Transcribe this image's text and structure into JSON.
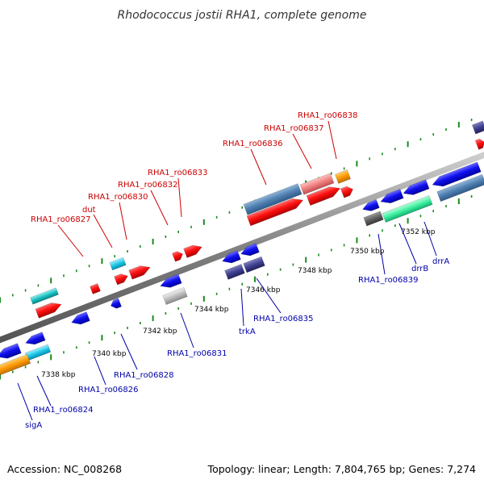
{
  "title": "Rhodococcus jostii RHA1, complete genome",
  "footer": {
    "accession": "Accession: NC_008268",
    "stats": "Topology: linear; Length: 7,804,765 bp; Genes: 7,274"
  },
  "colors": {
    "backbone": "#808080",
    "upper_label": "#cc0000",
    "lower_label": "#0000aa",
    "upper_ticks": "#1a8a1a",
    "lower_ticks": "#1a8a1a"
  },
  "kbp_ticks": [
    {
      "label": "7338 kbp"
    },
    {
      "label": "7340 kbp"
    },
    {
      "label": "7342 kbp"
    },
    {
      "label": "7344 kbp"
    },
    {
      "label": "7346 kbp"
    },
    {
      "label": "7348 kbp"
    },
    {
      "label": "7350 kbp"
    },
    {
      "label": "7352 kbp"
    }
  ],
  "upper_labels": [
    {
      "text": "RHA1_ro06827"
    },
    {
      "text": "dut"
    },
    {
      "text": "RHA1_ro06830"
    },
    {
      "text": "RHA1_ro06832"
    },
    {
      "text": "RHA1_ro06833"
    },
    {
      "text": "RHA1_ro06836"
    },
    {
      "text": "RHA1_ro06837"
    },
    {
      "text": "RHA1_ro06838"
    }
  ],
  "lower_labels": [
    {
      "text": "sigA"
    },
    {
      "text": "RHA1_ro06824"
    },
    {
      "text": "RHA1_ro06826"
    },
    {
      "text": "RHA1_ro06828"
    },
    {
      "text": "RHA1_ro06831"
    },
    {
      "text": "trkA"
    },
    {
      "text": "RHA1_ro06835"
    },
    {
      "text": "RHA1_ro06839"
    },
    {
      "text": "drrB"
    },
    {
      "text": "drrA"
    }
  ]
}
